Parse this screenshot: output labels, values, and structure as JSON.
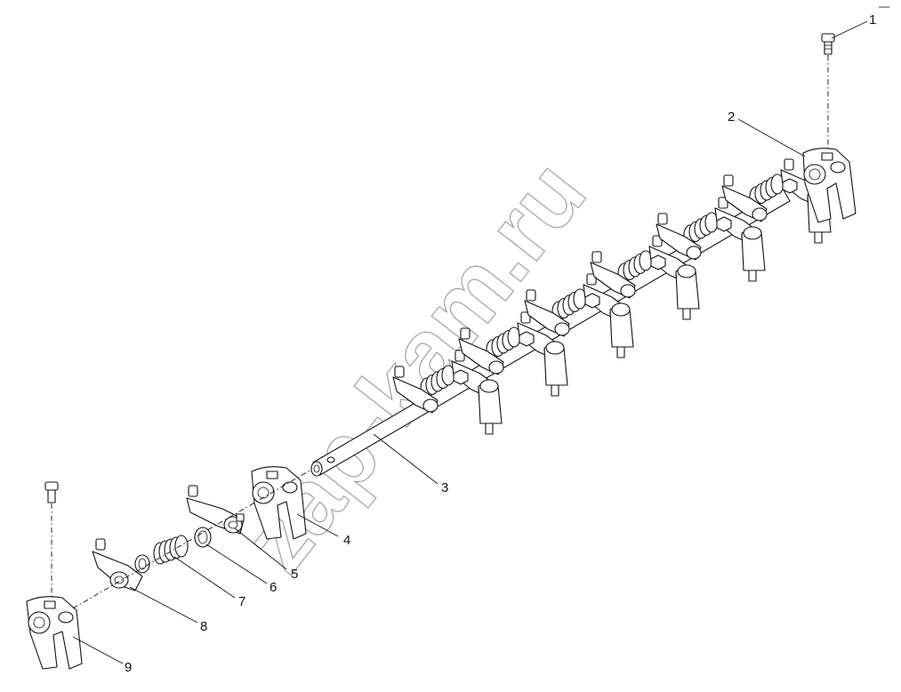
{
  "diagram": {
    "callouts": [
      {
        "id": "c1",
        "label": "1"
      },
      {
        "id": "c2",
        "label": "2"
      },
      {
        "id": "c3",
        "label": "3"
      },
      {
        "id": "c4",
        "label": "4"
      },
      {
        "id": "c5",
        "label": "5"
      },
      {
        "id": "c6",
        "label": "6"
      },
      {
        "id": "c7",
        "label": "7"
      },
      {
        "id": "c8",
        "label": "8"
      },
      {
        "id": "c9",
        "label": "9"
      }
    ],
    "watermark": "zap-kam.ru"
  },
  "colors": {
    "line": "#111111",
    "background": "#ffffff",
    "watermark": "#555555"
  }
}
